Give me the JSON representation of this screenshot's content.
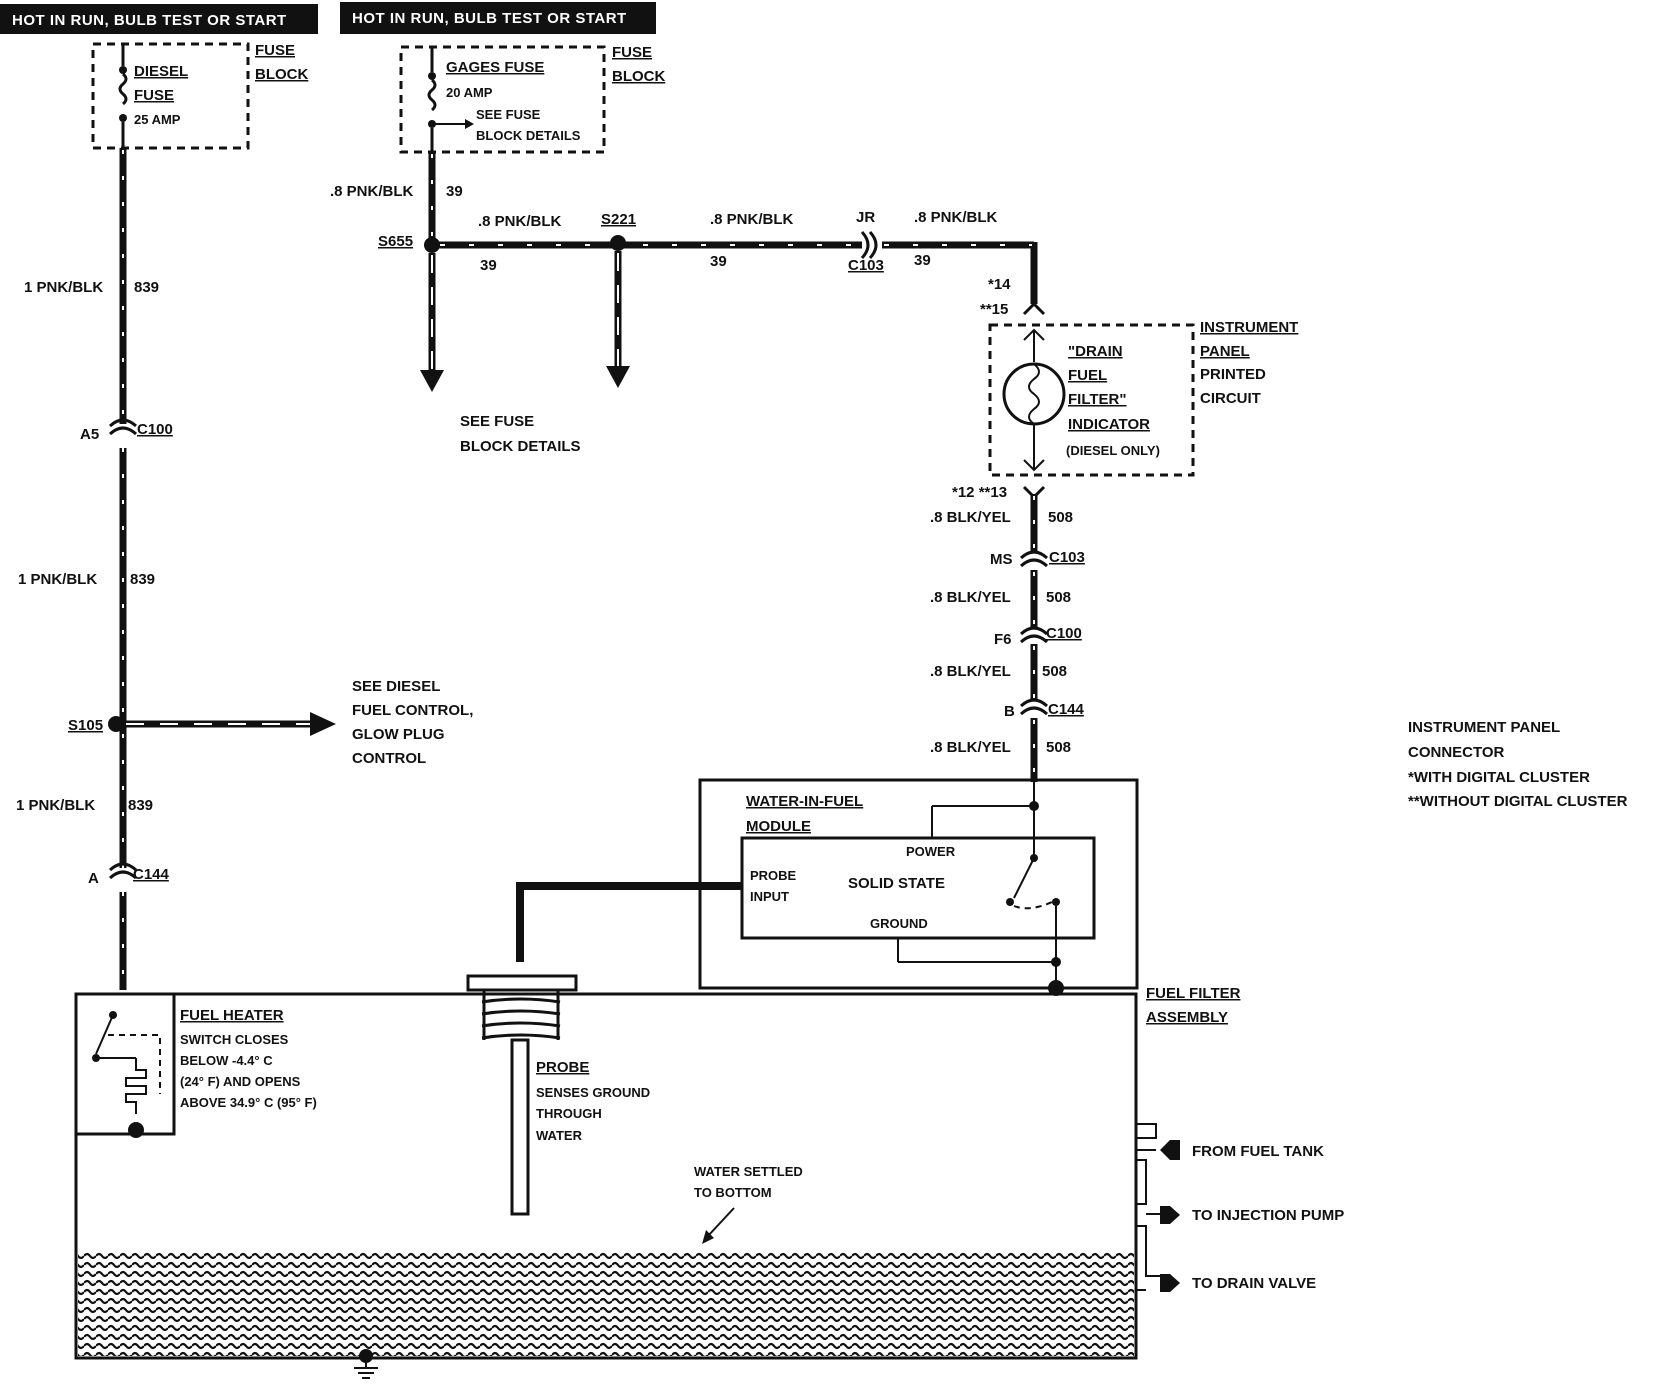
{
  "header_left": "HOT IN RUN, BULB TEST OR START",
  "header_right": "HOT IN RUN, BULB TEST OR START",
  "fuse_block_label_1": "FUSE",
  "fuse_block_label_2": "BLOCK",
  "diesel_fuse": {
    "line1": "DIESEL",
    "line2": "FUSE",
    "rating": "25 AMP"
  },
  "gages_fuse": {
    "name": "GAGES FUSE",
    "rating": "20 AMP",
    "see1": "SEE FUSE",
    "see2": "BLOCK DETAILS"
  },
  "left_wire": {
    "gauge1": "1 PNK/BLK",
    "circuit1": "839",
    "c100_pin": "A5",
    "c100": "C100",
    "gauge2": "1 PNK/BLK",
    "circuit2": "839",
    "s105": "S105",
    "gauge3": "1 PNK/BLK",
    "circuit3": "839",
    "c144_pin": "A",
    "c144": "C144"
  },
  "see_diesel": {
    "line1": "SEE DIESEL",
    "line2": "FUEL CONTROL,",
    "line3": "GLOW PLUG",
    "line4": "CONTROL"
  },
  "top_wire": {
    "gauge_v": ".8 PNK/BLK",
    "circuit_v": "39",
    "s655": "S655",
    "gauge_a": ".8 PNK/BLK",
    "circuit_a": "39",
    "s221": "S221",
    "gauge_b": ".8 PNK/BLK",
    "circuit_b": "39",
    "jr": "JR",
    "c103": "C103",
    "gauge_c": ".8 PNK/BLK",
    "circuit_c": "39"
  },
  "see_fuse_details": {
    "line1": "SEE FUSE",
    "line2": "BLOCK DETAILS"
  },
  "indicator": {
    "pin_top_1": "*14",
    "pin_top_2": "**15",
    "line1": "\"DRAIN",
    "line2": "FUEL",
    "line3": "FILTER\"",
    "line4": "INDICATOR",
    "line5": "(DIESEL ONLY)",
    "pin_bot": "*12 **13"
  },
  "ipc_label": {
    "line1": "INSTRUMENT",
    "line2": "PANEL",
    "line3": "PRINTED",
    "line4": "CIRCUIT"
  },
  "right_wire": {
    "gauge1": ".8 BLK/YEL",
    "circuit1": "508",
    "ms_pin": "MS",
    "c103": "C103",
    "gauge2": ".8 BLK/YEL",
    "circuit2": "508",
    "f6_pin": "F6",
    "c100": "C100",
    "gauge3": ".8 BLK/YEL",
    "circuit3": "508",
    "b_pin": "B",
    "c144": "C144",
    "gauge4": ".8 BLK/YEL",
    "circuit4": "508"
  },
  "legend": {
    "line1": "INSTRUMENT PANEL",
    "line2": "CONNECTOR",
    "line3": "*WITH DIGITAL CLUSTER",
    "line4": "**WITHOUT DIGITAL CLUSTER"
  },
  "module": {
    "title1": "WATER-IN-FUEL",
    "title2": "MODULE",
    "power": "POWER",
    "probe1": "PROBE",
    "probe2": "INPUT",
    "solid": "SOLID STATE",
    "ground": "GROUND"
  },
  "fuel_heater": {
    "title": "FUEL HEATER",
    "line1": "SWITCH CLOSES",
    "line2": "BELOW  -4.4° C",
    "line3": "(24° F) AND OPENS",
    "line4": "ABOVE 34.9° C (95° F)"
  },
  "probe": {
    "title": "PROBE",
    "line1": "SENSES GROUND",
    "line2": "THROUGH",
    "line3": "WATER"
  },
  "water": {
    "line1": "WATER SETTLED",
    "line2": "TO BOTTOM"
  },
  "assembly": {
    "line1": "FUEL FILTER",
    "line2": "ASSEMBLY"
  },
  "ports": {
    "from_tank": "FROM FUEL TANK",
    "to_pump": "TO INJECTION PUMP",
    "to_drain": "TO DRAIN VALVE"
  }
}
